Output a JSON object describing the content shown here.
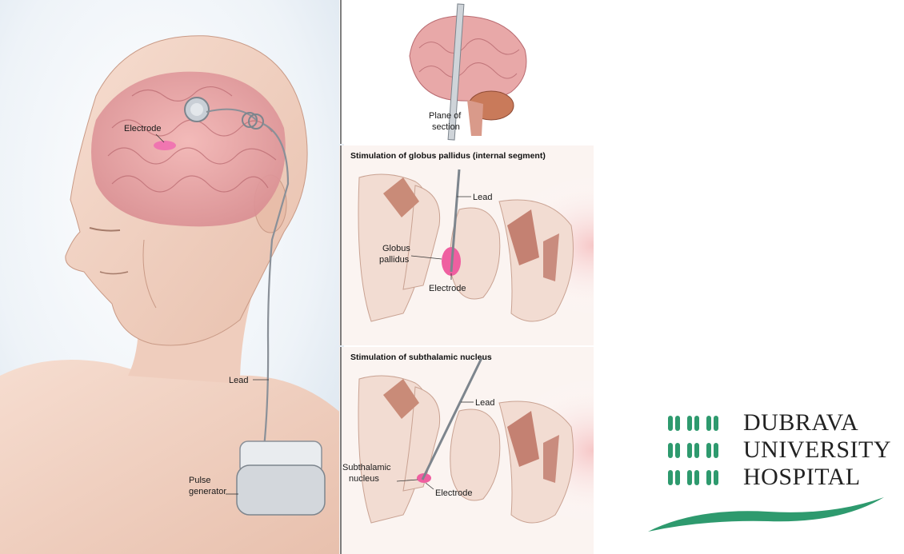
{
  "illustration": {
    "labels": {
      "electrode": "Electrode",
      "lead": "Lead",
      "pulse_generator_1": "Pulse",
      "pulse_generator_2": "generator"
    }
  },
  "plane_panel": {
    "label_1": "Plane of",
    "label_2": "section"
  },
  "gp_panel": {
    "title": "Stimulation of globus pallidus (internal segment)",
    "lead": "Lead",
    "structure_1": "Globus",
    "structure_2": "pallidus",
    "electrode": "Electrode"
  },
  "stn_panel": {
    "title": "Stimulation of subthalamic nucleus",
    "lead": "Lead",
    "structure_1": "Subthalamic",
    "structure_2": "nucleus",
    "electrode": "Electrode"
  },
  "logo": {
    "line1": "DUBRAVA",
    "line2": "UNIVERSITY",
    "line3": "HOSPITAL",
    "color": "#2e9a6e"
  }
}
